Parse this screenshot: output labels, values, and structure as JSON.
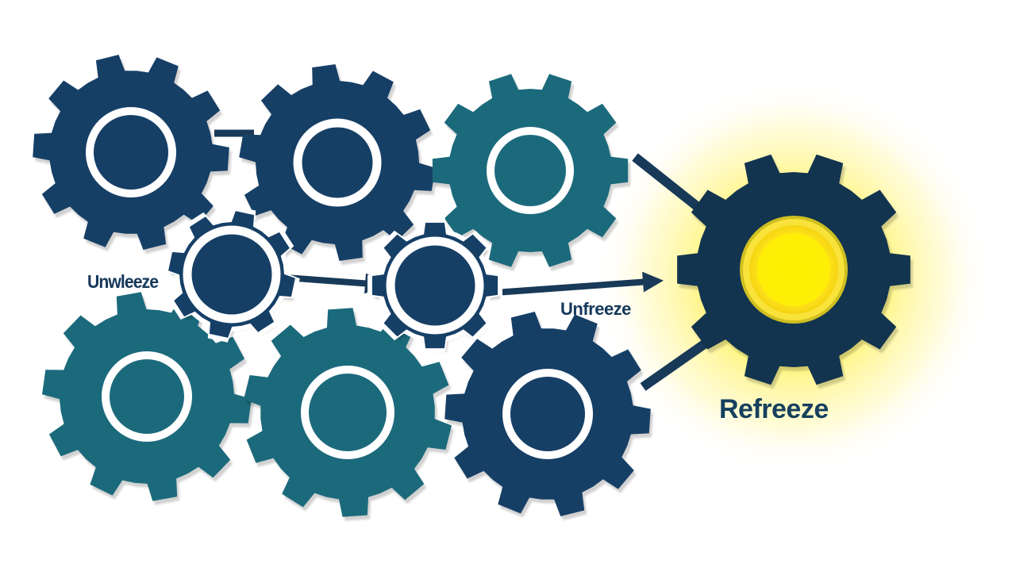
{
  "labels": {
    "left": "Unwleeze",
    "middle": "Unfreeze",
    "final": "Refreeze"
  },
  "colors": {
    "navy": "#163f66",
    "teal": "#1b6a7c",
    "dark_navy": "#12344e",
    "connector": "#183a58",
    "ring": "#ffffff",
    "hub_yellow": "#ffe51c",
    "glow": "#fff27a"
  },
  "diagram": {
    "nodes": [
      {
        "id": "gear-top-1",
        "color": "navy",
        "kind": "large-gear"
      },
      {
        "id": "gear-top-2",
        "color": "navy",
        "kind": "large-gear"
      },
      {
        "id": "gear-top-3",
        "color": "teal",
        "kind": "large-gear"
      },
      {
        "id": "gear-bottom-1",
        "color": "teal",
        "kind": "large-gear"
      },
      {
        "id": "gear-bottom-2",
        "color": "teal",
        "kind": "large-gear"
      },
      {
        "id": "gear-bottom-3",
        "color": "navy",
        "kind": "large-gear"
      },
      {
        "id": "gear-small-1",
        "color": "navy",
        "kind": "small-gear"
      },
      {
        "id": "gear-small-2",
        "color": "navy",
        "kind": "small-gear"
      },
      {
        "id": "gear-refreeze",
        "color": "dark_navy",
        "kind": "highlighted-gear"
      }
    ],
    "edges": [
      {
        "from": "gear-top-1",
        "to": "gear-top-2",
        "style": "link"
      },
      {
        "from": "gear-small-1",
        "to": "gear-small-2",
        "style": "arrow"
      },
      {
        "from": "gear-small-2",
        "to": "gear-refreeze",
        "style": "arrow"
      },
      {
        "from": "gear-top-3",
        "to": "gear-refreeze",
        "style": "link"
      },
      {
        "from": "gear-bottom-3",
        "to": "gear-refreeze",
        "style": "link"
      }
    ]
  }
}
